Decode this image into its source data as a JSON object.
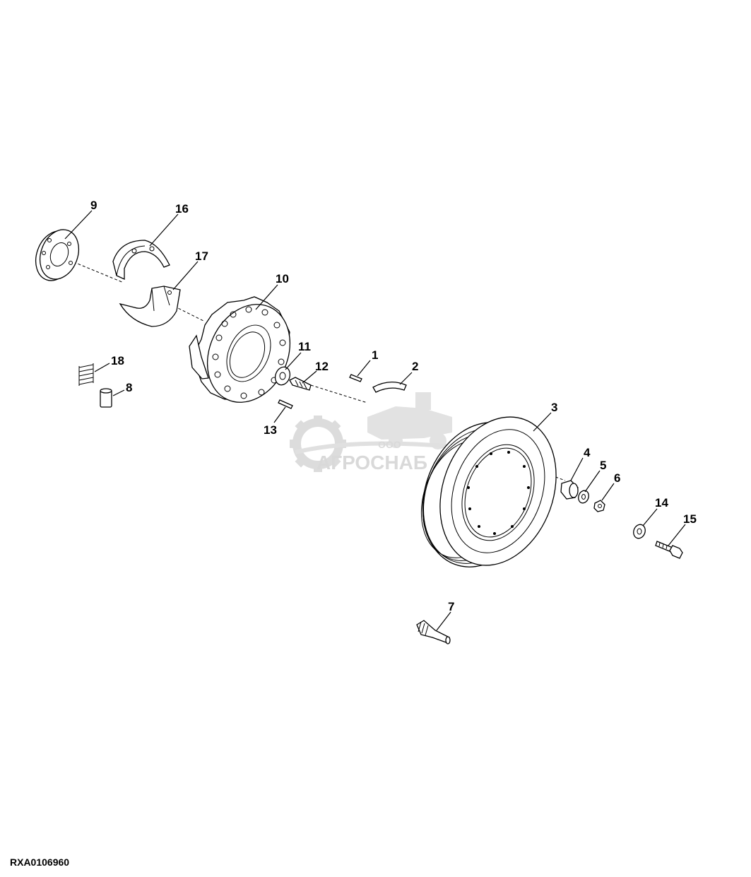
{
  "figure": {
    "id": "RXA0106960"
  },
  "watermark": {
    "small_text": "ООО",
    "brand_text": "АГРОСНАБ",
    "color": "#d9d9d9"
  },
  "callouts": [
    {
      "key": "c1",
      "label": "1"
    },
    {
      "key": "c2",
      "label": "2"
    },
    {
      "key": "c3",
      "label": "3"
    },
    {
      "key": "c4",
      "label": "4"
    },
    {
      "key": "c5",
      "label": "5"
    },
    {
      "key": "c6",
      "label": "6"
    },
    {
      "key": "c7",
      "label": "7"
    },
    {
      "key": "c8",
      "label": "8"
    },
    {
      "key": "c9",
      "label": "9"
    },
    {
      "key": "c10",
      "label": "10"
    },
    {
      "key": "c11",
      "label": "11"
    },
    {
      "key": "c12",
      "label": "12"
    },
    {
      "key": "c13",
      "label": "13"
    },
    {
      "key": "c14",
      "label": "14"
    },
    {
      "key": "c15",
      "label": "15"
    },
    {
      "key": "c16",
      "label": "16"
    },
    {
      "key": "c17",
      "label": "17"
    },
    {
      "key": "c18",
      "label": "18"
    }
  ]
}
